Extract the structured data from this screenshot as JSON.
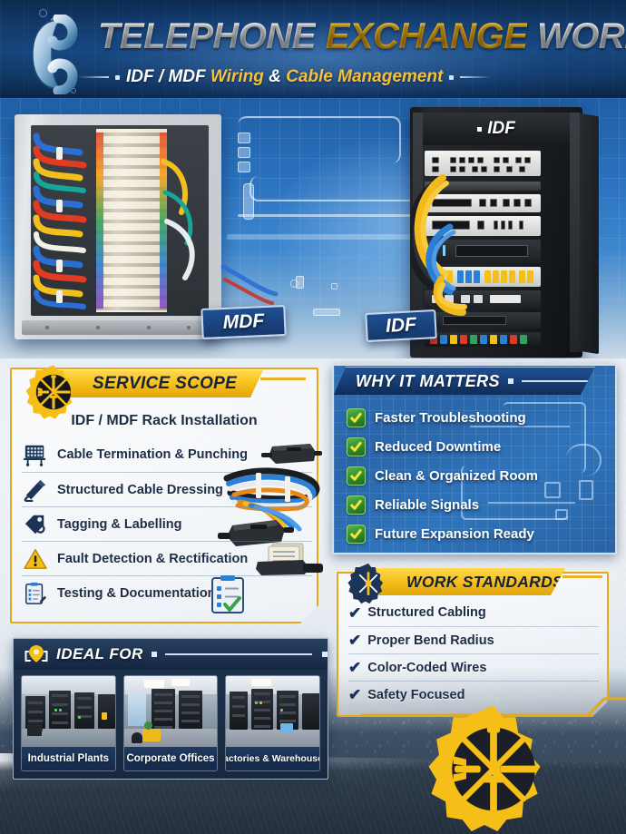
{
  "header": {
    "title_part1": "TELEPHONE",
    "title_part2": "EXCHANGE",
    "title_part3": "WORK",
    "subtitle_part1": "IDF / MDF",
    "subtitle_part2": "Wiring",
    "subtitle_amp": "&",
    "subtitle_part3": "Cable Management",
    "phone_icon": "telephone-handset-icon",
    "colors": {
      "gold": "#f7c11c",
      "navy": "#123866",
      "white": "#ffffff"
    }
  },
  "hero": {
    "left_label": "MDF",
    "right_label": "IDF",
    "rack_top_label": "IDF",
    "left_alt": "mdf-cabinet-with-punch-down-blocks-and-colored-cables",
    "right_alt": "idf-black-rack-with-patch-panels-and-yellow-blue-cables"
  },
  "service_scope": {
    "title": "SERVICE SCOPE",
    "gear_icon": "gear-with-tools-icon",
    "featured_item": "IDF / MDF Rack Installation",
    "items": [
      {
        "label": "Cable Termination & Punching",
        "icon": "punch-down-block-icon",
        "art": "punch-down-tool-photo"
      },
      {
        "label": "Structured Cable Dressing",
        "icon": "crimp-tool-icon",
        "art": "coiled-colored-cables-photo"
      },
      {
        "label": "Tagging & Labelling",
        "icon": "tag-icon",
        "art": "cable-connector-photo"
      },
      {
        "label": "Fault Detection & Rectification",
        "icon": "warning-triangle-icon",
        "art": "documents-tester-photo"
      },
      {
        "label": "Testing & Documentation",
        "icon": "clipboard-pencil-icon",
        "art": "clipboard-checklist-photo"
      }
    ]
  },
  "why_it_matters": {
    "title": "WHY IT MATTERS",
    "check_icon": "green-check-box-icon",
    "items": [
      "Faster Troubleshooting",
      "Reduced Downtime",
      "Clean & Organized Room",
      "Reliable Signals",
      "Future Expansion Ready"
    ]
  },
  "work_standards": {
    "title": "WORK STANDARDS",
    "gear_icon": "navy-gear-icon",
    "tick": "✔",
    "items": [
      "Structured Cabling",
      "Proper Bend Radius",
      "Color-Coded Wires",
      "Safety Focused"
    ]
  },
  "ideal_for": {
    "title": "IDEAL FOR",
    "pin_icon": "location-pin-icon",
    "items": [
      {
        "caption": "Industrial Plants",
        "photo": "industrial-plant-racks-photo"
      },
      {
        "caption": "Corporate Offices",
        "photo": "corporate-office-server-cabinet-photo"
      },
      {
        "caption": "Factories & Warehouses",
        "photo": "warehouse-server-racks-photo"
      }
    ]
  },
  "footer": {
    "gear_icon": "gear-with-tools-logo-icon"
  }
}
